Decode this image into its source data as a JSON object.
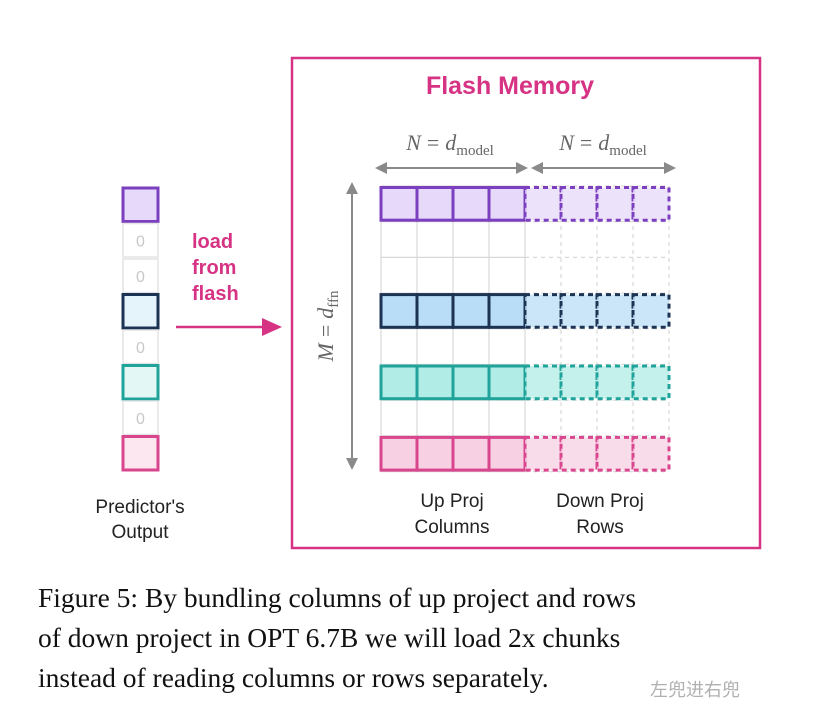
{
  "predictor_label": [
    "Predictor's",
    "Output"
  ],
  "arrow_label": [
    "load",
    "from",
    "flash"
  ],
  "zero_label": "0",
  "flash_title": "Flash Memory",
  "n_label_var": "N",
  "n_label_eq": "=",
  "n_label_d": "d",
  "n_label_sub": "model",
  "m_label_var": "M",
  "m_label_eq": "=",
  "m_label_d": "d",
  "m_label_sub": "ffn",
  "up_label": [
    "Up Proj",
    "Columns"
  ],
  "down_label": [
    "Down Proj",
    "Rows"
  ],
  "caption_lines": [
    "Figure 5: By bundling columns of up project and rows",
    "of down project in OPT 6.7B we will load 2x chunks",
    "instead of reading columns or rows separately."
  ],
  "watermark": "左兜进右兜",
  "colors": {
    "magenta": "#d63384",
    "purple": "#7b3fbf",
    "purple_fill": "#e6d9fa",
    "navy": "#1c3354",
    "blue_fill": "#b9ddf7",
    "teal": "#1fa39a",
    "teal_fill": "#b2ece6",
    "pink": "#d9468e",
    "pink_fill": "#f7d0e3",
    "grid_gray": "#d8d8d8",
    "arrow_gray": "#8a8a8a"
  }
}
